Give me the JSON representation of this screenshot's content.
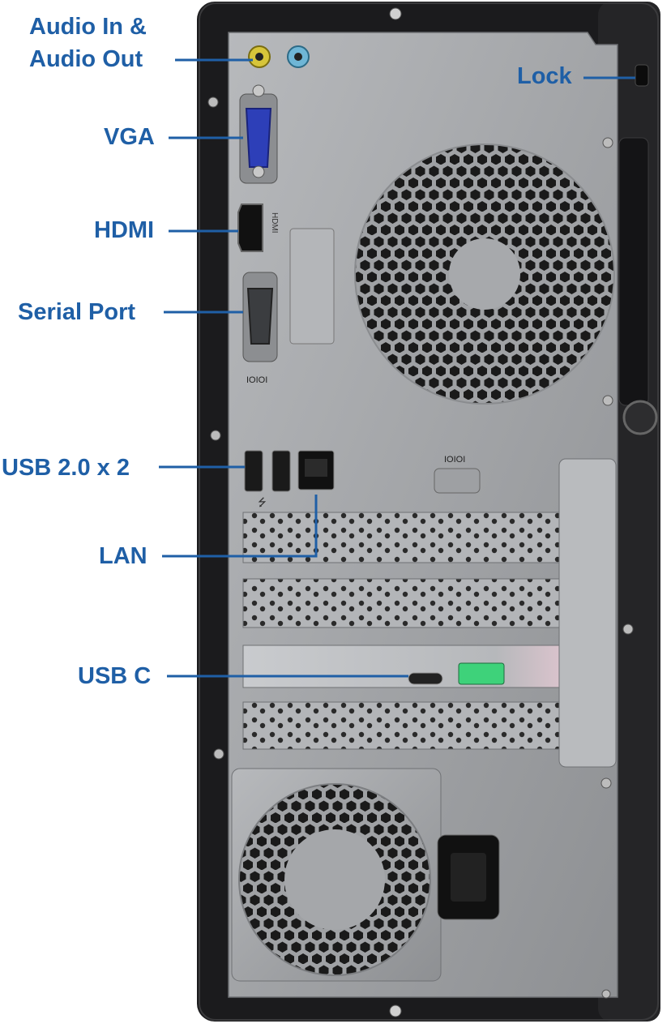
{
  "callouts": {
    "audio": "Audio In &\nAudio Out",
    "lock": "Lock",
    "vga": "VGA",
    "hdmi": "HDMI",
    "serial": "Serial Port",
    "usb2": "USB 2.0 x 2",
    "lan": "LAN",
    "usbc": "USB C"
  },
  "panel_marks": {
    "hdmi_port_label": "HDMI",
    "serial_port_glyph": "IOIOI",
    "serial_port_glyph_2": "IOIOI"
  },
  "colors": {
    "callout_text": "#1f5fa6",
    "callout_line": "#1f5fa6",
    "case_black": "#1b1b1d",
    "panel_silver": "#a3a5a8",
    "vga_blue": "#2d3fb8",
    "audio_in_yellow": "#d7c53a",
    "audio_out_blue": "#6fb6d6",
    "usb_a_gen_green": "#3ed27a"
  },
  "icons": [
    "lock-slot-icon",
    "usb-symbol-icon",
    "screw-icon",
    "fan-grille-icon",
    "power-socket-icon"
  ]
}
